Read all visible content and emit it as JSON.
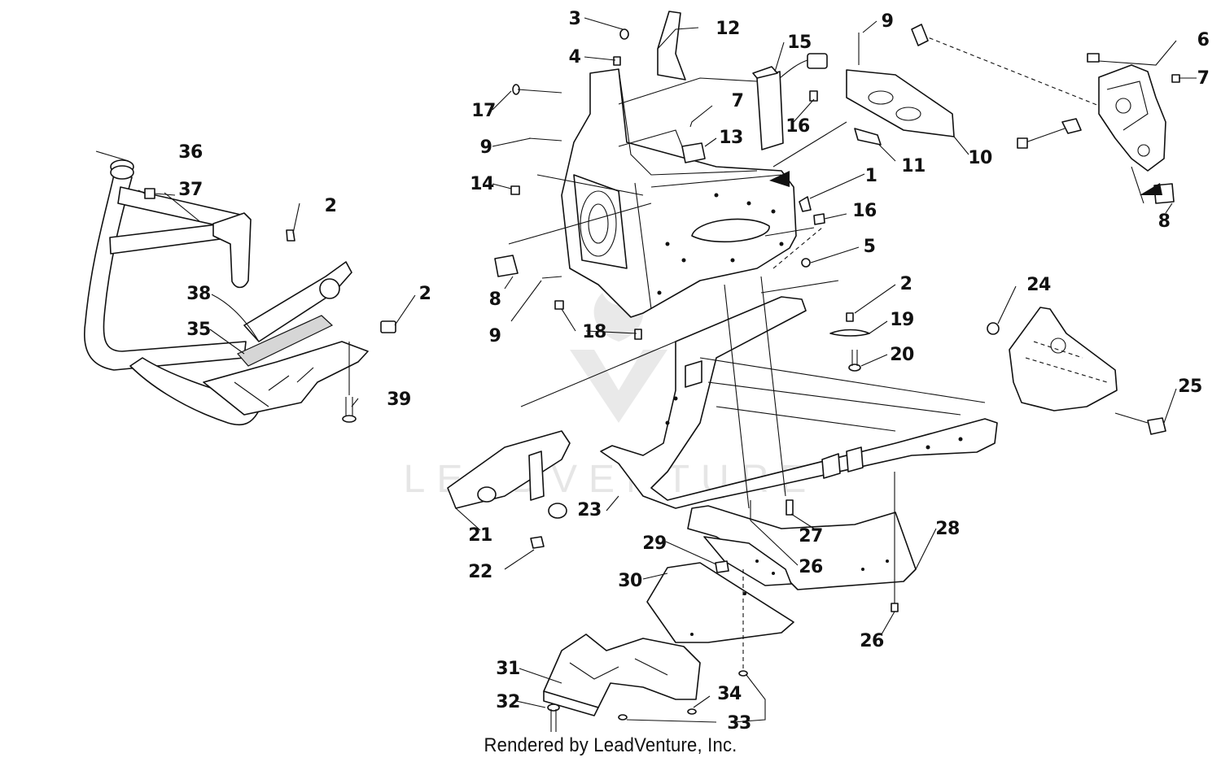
{
  "footer": {
    "credit": "Rendered by LeadVenture, Inc."
  },
  "watermark": {
    "text": "LEADVENTURE"
  },
  "callouts": {
    "c1": "1",
    "c2a": "2",
    "c2b": "2",
    "c2c": "2",
    "c3": "3",
    "c4": "4",
    "c5": "5",
    "c6": "6",
    "c7a": "7",
    "c7b": "7",
    "c8a": "8",
    "c8b": "8",
    "c9a": "9",
    "c9b": "9",
    "c9c": "9",
    "c10": "10",
    "c11": "11",
    "c12": "12",
    "c13": "13",
    "c14": "14",
    "c15": "15",
    "c16a": "16",
    "c16b": "16",
    "c17": "17",
    "c18": "18",
    "c19": "19",
    "c20": "20",
    "c21": "21",
    "c22": "22",
    "c23": "23",
    "c24": "24",
    "c25": "25",
    "c26a": "26",
    "c26b": "26",
    "c27": "27",
    "c28": "28",
    "c29": "29",
    "c30": "30",
    "c31": "31",
    "c32": "32",
    "c33": "33",
    "c34": "34",
    "c35": "35",
    "c36": "36",
    "c37": "37",
    "c38": "38",
    "c39": "39"
  }
}
